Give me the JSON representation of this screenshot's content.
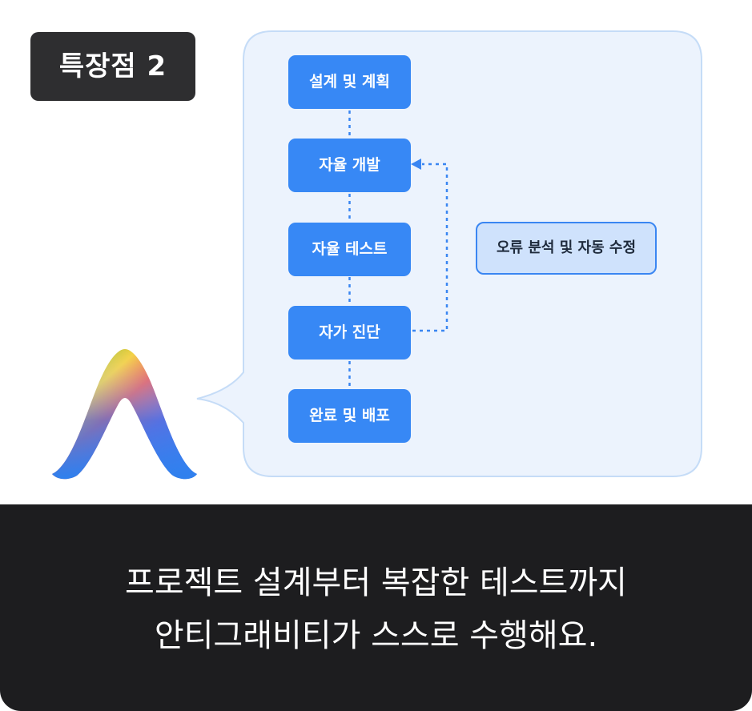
{
  "badge": {
    "label": "특장점 2"
  },
  "flow": {
    "steps": [
      "설계 및 계획",
      "자율 개발",
      "자율 테스트",
      "자가 진단",
      "완료 및 배포"
    ],
    "side_box": "오류 분석 및 자동 수정"
  },
  "caption": {
    "line1": "프로젝트 설계부터 복잡한 테스트까지",
    "line2": "안티그래비티가 스스로 수행해요."
  },
  "colors": {
    "step_fill": "#3788f5",
    "bubble_fill": "#ecf3fd",
    "bubble_stroke": "#c5dcf7",
    "badge_fill": "#2e2e30",
    "footer_fill": "#1d1d1f",
    "side_box_fill": "#cfe2fc",
    "accent": "#3a86f2"
  },
  "logo": {
    "icon": "antigravity-logo-icon"
  }
}
